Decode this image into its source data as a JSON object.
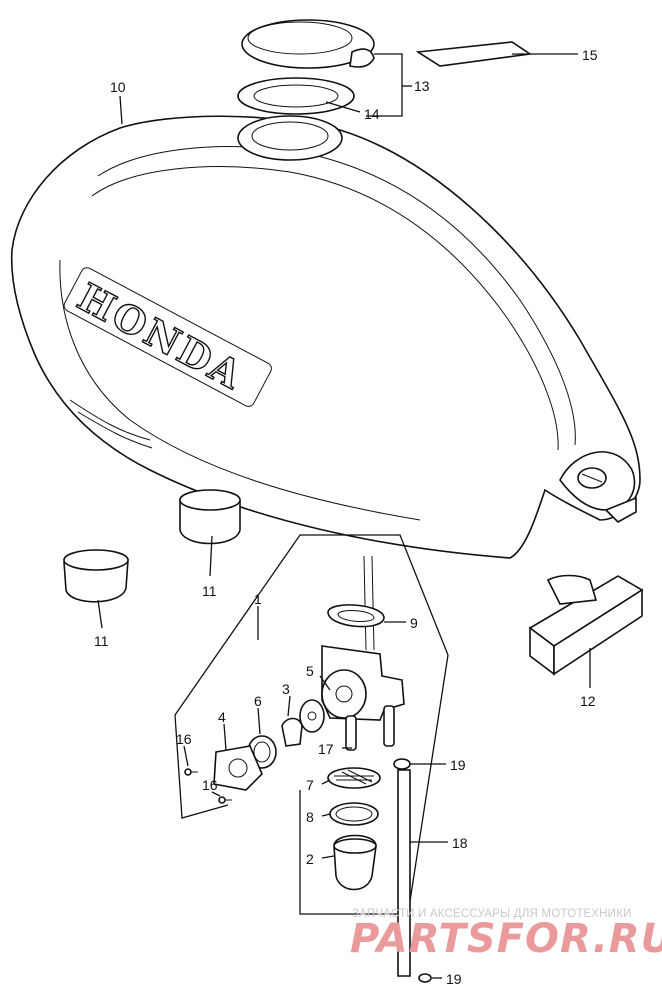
{
  "diagram": {
    "brand_on_tank": "HONDA",
    "callouts": [
      "15",
      "13",
      "14",
      "10",
      "9",
      "11",
      "11",
      "1",
      "5",
      "12",
      "3",
      "6",
      "4",
      "16",
      "17",
      "16",
      "19",
      "7",
      "8",
      "18",
      "2",
      "19"
    ]
  },
  "watermark": {
    "tagline": "ЗАПЧАСТИ И АКСЕССУАРЫ ДЛЯ МОТОТЕХНИКИ",
    "logo": "PARTSFOR.RU"
  },
  "colors": {
    "line": "#111111",
    "watermark_logo": "#ea9a9a",
    "watermark_text": "#c9c9c9"
  }
}
